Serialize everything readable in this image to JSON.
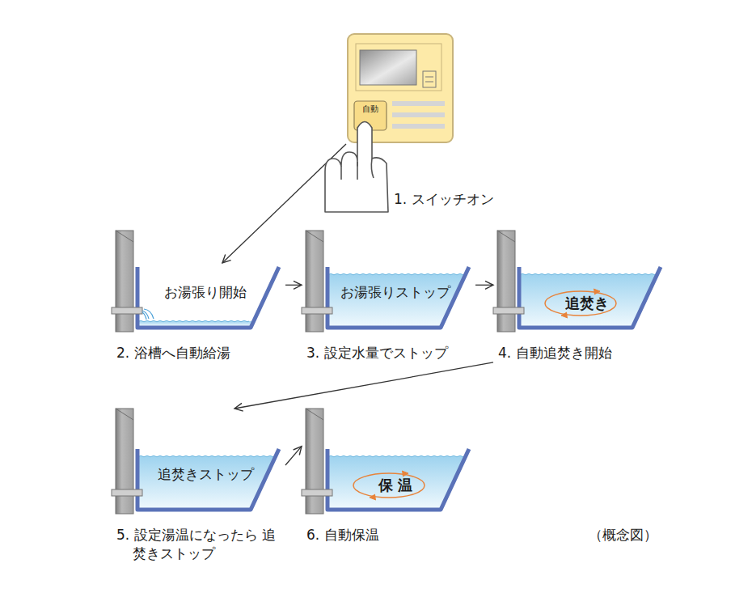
{
  "diagram": {
    "nodes": [
      {
        "text": [
          "自動"
        ]
      },
      {
        "text": [
          "お湯張り開始",
          "2. 浴槽へ自動給湯"
        ]
      },
      {
        "text": [
          "お湯張りストップ",
          "3. 設定水量でストップ"
        ]
      },
      {
        "text": [
          "追焚き",
          "4. 自動追焚き開始"
        ]
      },
      {
        "text": [
          "追焚きストップ",
          "5. 設定湯温になったら 追焚きストップ"
        ]
      },
      {
        "text": [
          "保 温",
          "6. 自動保温"
        ]
      }
    ],
    "edges": [
      {
        "from": 0,
        "to": 1,
        "arrow": "to",
        "label": "1. スイッチオン"
      },
      {
        "from": 1,
        "to": 2,
        "arrow": "to"
      },
      {
        "from": 2,
        "to": 3,
        "arrow": "to"
      },
      {
        "from": 3,
        "to": 4,
        "arrow": "to"
      },
      {
        "from": 4,
        "to": 5,
        "arrow": "to"
      }
    ],
    "labels": [
      "（概念図）"
    ]
  }
}
